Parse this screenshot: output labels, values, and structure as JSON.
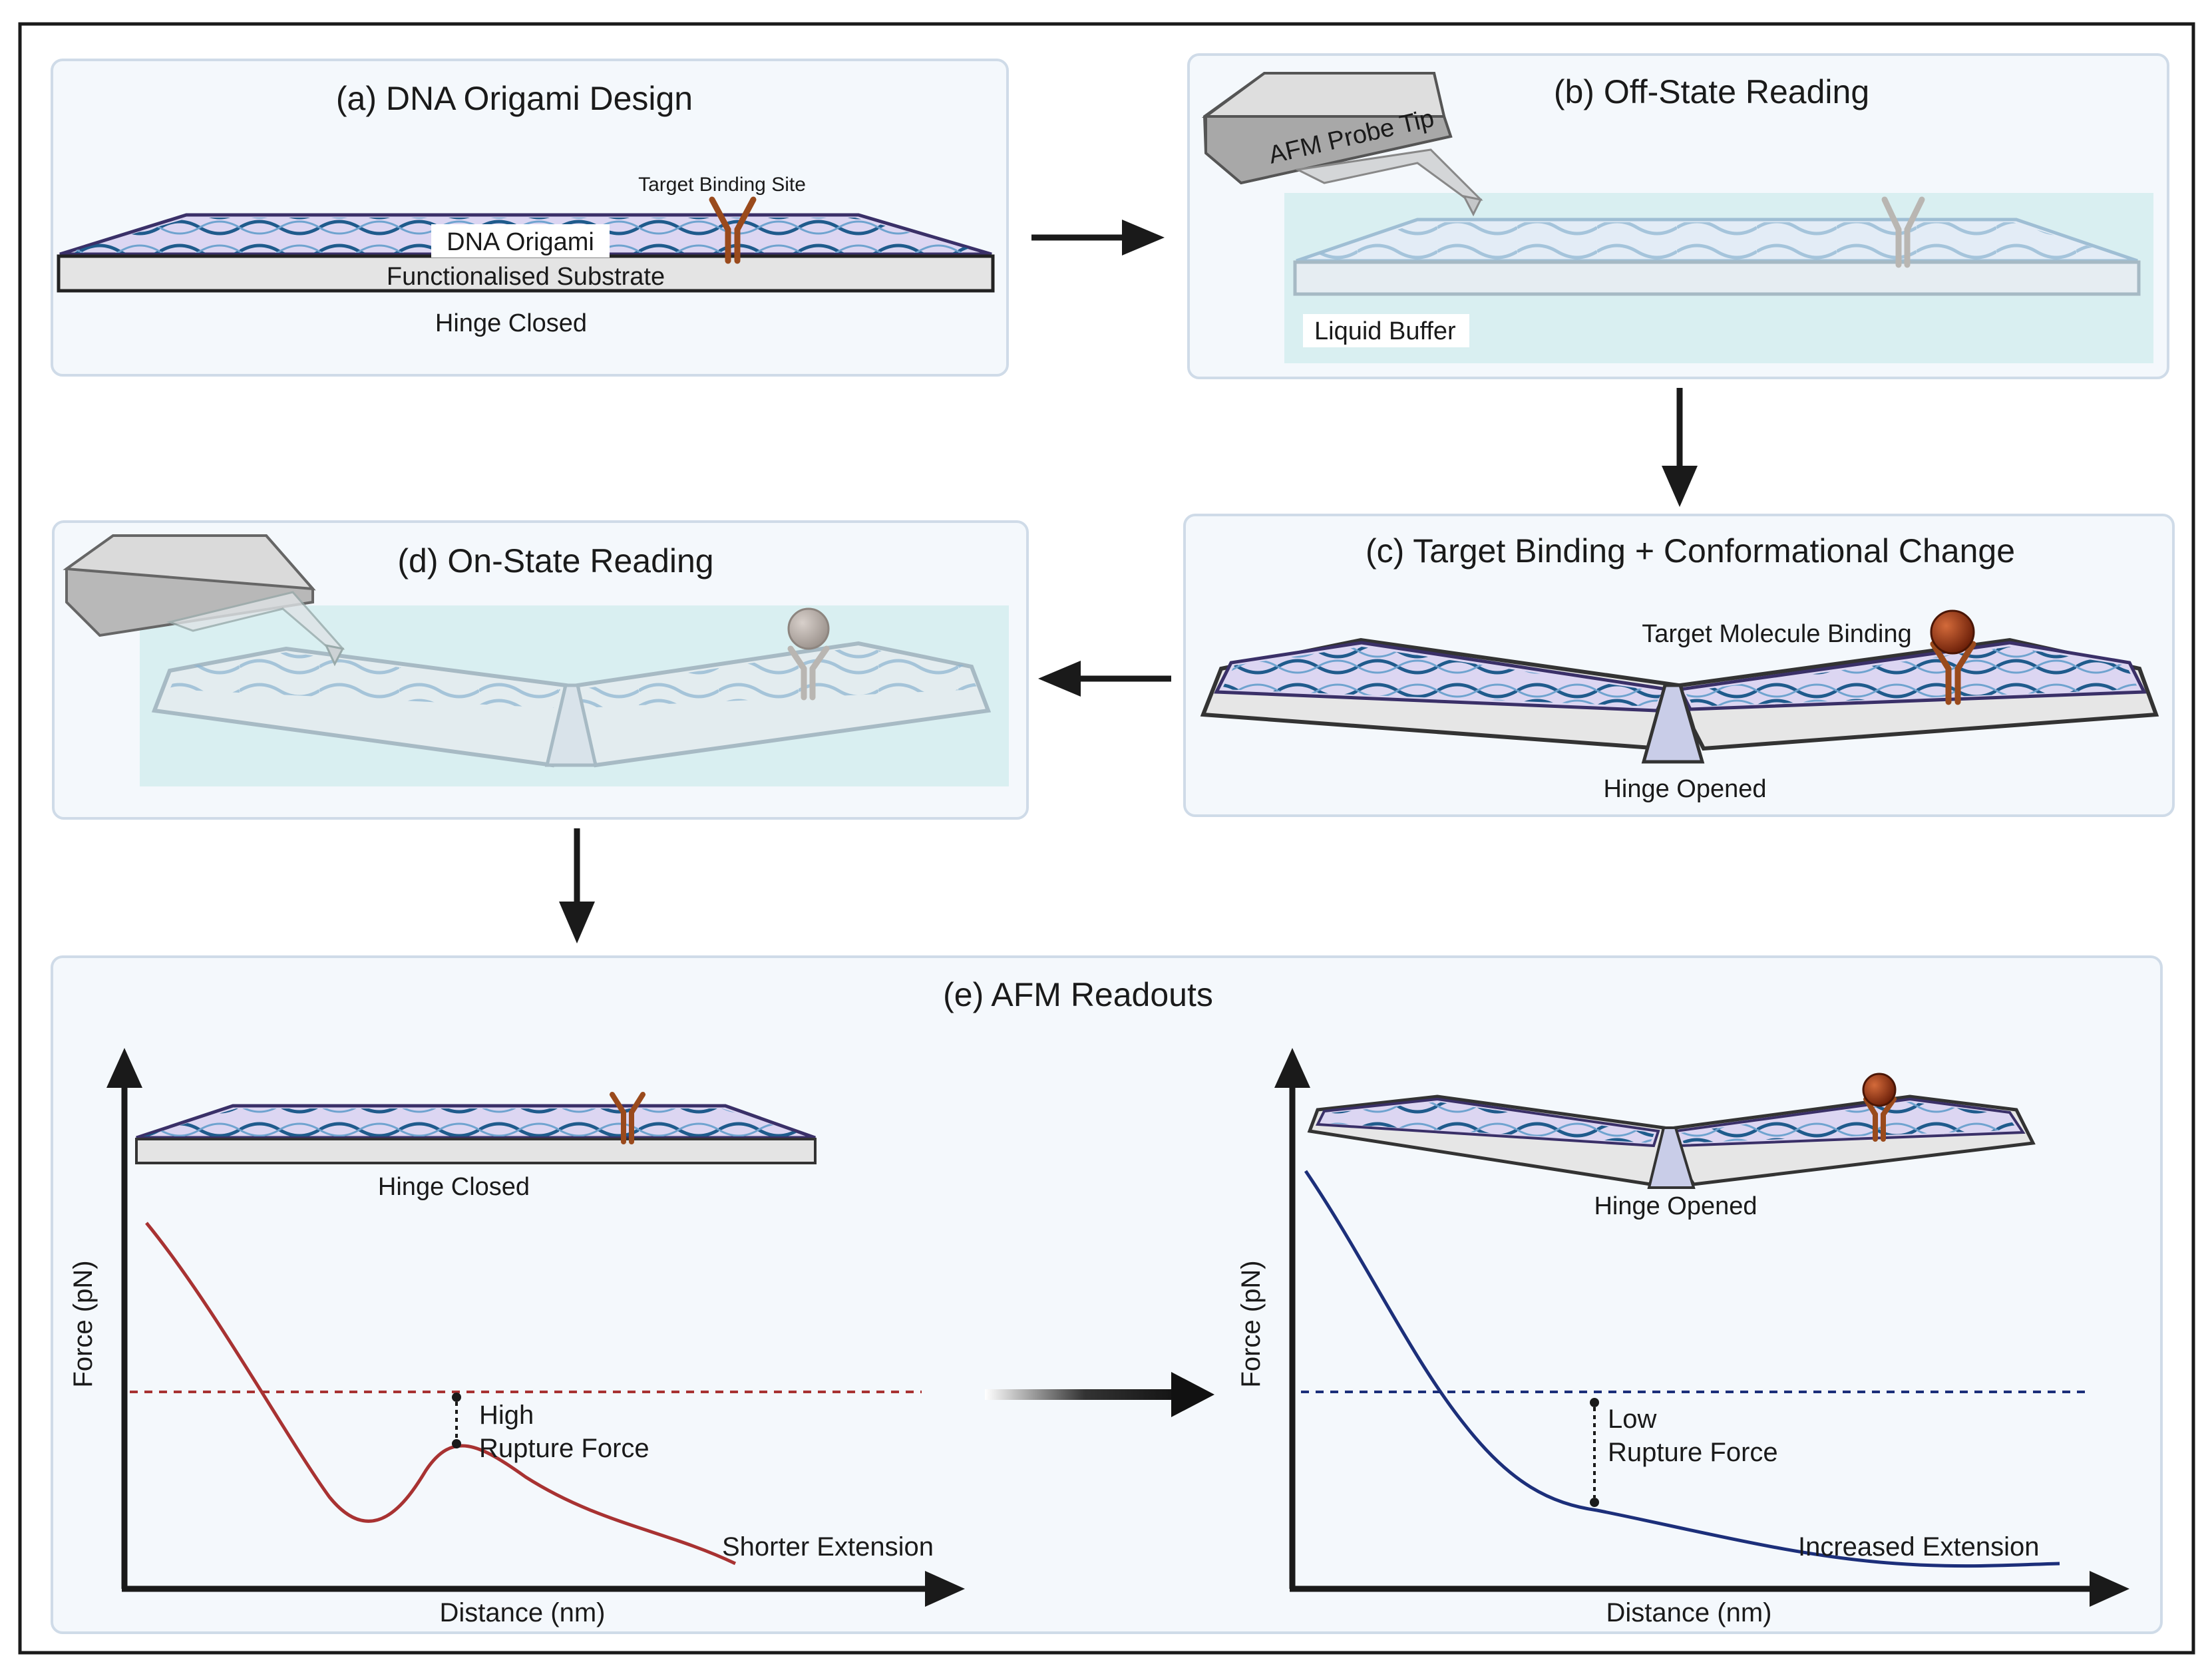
{
  "panels": {
    "a": {
      "title": "(a) DNA Origami Design",
      "origami_label": "DNA Origami",
      "substrate_label": "Functionalised Substrate",
      "binding_site_label": "Target Binding Site",
      "state_label": "Hinge Closed"
    },
    "b": {
      "title": "(b) Off-State Reading",
      "probe_label": "AFM Probe Tip",
      "buffer_label": "Liquid Buffer"
    },
    "c": {
      "title": "(c) Target Binding + Conformational Change",
      "binding_label": "Target Molecule Binding",
      "state_label": "Hinge Opened"
    },
    "d": {
      "title": "(d) On-State Reading"
    },
    "e": {
      "title": "(e) AFM Readouts",
      "left": {
        "state_label": "Hinge Closed",
        "y_label": "Force (pN)",
        "x_label": "Distance (nm)",
        "force_label_1": "High",
        "force_label_2": "Rupture Force",
        "extension_label": "Shorter Extension"
      },
      "right": {
        "state_label": "Hinge Opened",
        "y_label": "Force (pN)",
        "x_label": "Distance (nm)",
        "force_label_1": "Low",
        "force_label_2": "Rupture Force",
        "extension_label": "Increased Extension"
      }
    }
  },
  "colors": {
    "panel_bg": "#f4f8fc",
    "panel_border": "#cfdbe8",
    "origami_fill": "#dcd6f2",
    "origami_edge": "#3a3068",
    "wave": "#1f5b8c",
    "substrate": "#e4e4e4",
    "binder": "#9a4a1c",
    "target": "#8b2e12",
    "buffer": "#d9eff1",
    "closed_curve": "#a83232",
    "opened_curve": "#1c2f7a"
  }
}
